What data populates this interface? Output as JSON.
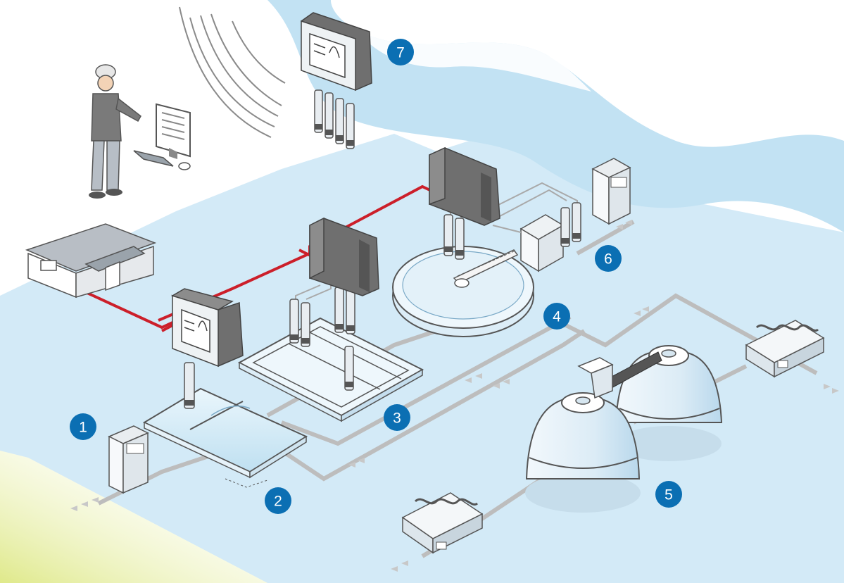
{
  "diagram": {
    "title": "",
    "style": "isometric wastewater treatment plant illustration",
    "colors": {
      "ground": "#cfe8f6",
      "ground_light": "#e4f3fb",
      "water": "#bfe2f3",
      "network_line": "#cc1f2a",
      "pipe": "#b9b9b9",
      "badge": "#0b6fb3",
      "controller_body": "#6f6f6f",
      "equipment_white": "#f2f6f8",
      "grass": "#e7ef9a"
    },
    "badges": [
      {
        "id": "1",
        "label": "1"
      },
      {
        "id": "2",
        "label": "2"
      },
      {
        "id": "3",
        "label": "3"
      },
      {
        "id": "4",
        "label": "4"
      },
      {
        "id": "5",
        "label": "5"
      },
      {
        "id": "6",
        "label": "6"
      },
      {
        "id": "7",
        "label": "7"
      }
    ],
    "elements": [
      {
        "name": "operator",
        "icon": "worker-icon"
      },
      {
        "name": "workstation",
        "icon": "computer-monitor-icon"
      },
      {
        "name": "wireless-signal",
        "icon": "wifi-waves-icon"
      },
      {
        "name": "control-building",
        "icon": "building-icon"
      },
      {
        "name": "controller",
        "icon": "controller-icon"
      },
      {
        "name": "sampler",
        "icon": "sampler-cabinet-icon"
      },
      {
        "name": "sensor-probe",
        "icon": "probe-icon"
      },
      {
        "name": "inlet-basin",
        "icon": "basin-icon"
      },
      {
        "name": "aeration-tank",
        "icon": "tank-icon"
      },
      {
        "name": "clarifier",
        "icon": "clarifier-icon"
      },
      {
        "name": "digesters",
        "icon": "digester-icon"
      },
      {
        "name": "dewatering-press",
        "icon": "screw-press-icon"
      }
    ]
  }
}
